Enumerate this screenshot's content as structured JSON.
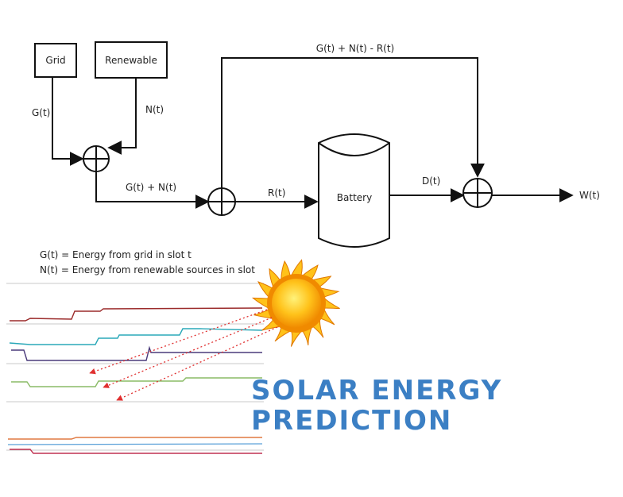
{
  "diagram": {
    "boxes": {
      "grid": "Grid",
      "renewable": "Renewable",
      "battery": "Battery"
    },
    "labels": {
      "grid_signal": "G(t)",
      "renewable_signal": "N(t)",
      "sum1": "G(t) + N(t)",
      "r": "R(t)",
      "d": "D(t)",
      "w": "W(t)",
      "feedback": "G(t) + N(t) - R(t)"
    },
    "legend": [
      "G(t) = Energy from grid in slot t",
      "N(t) = Energy from renewable sources in slot"
    ]
  },
  "banner": {
    "title_line1": "SOLAR ENERGY",
    "title_line2": "PREDICTION"
  },
  "colors": {
    "accent": "#3b7fc4",
    "sun": "#f5b400",
    "arrow_dotted": "#e03030"
  }
}
